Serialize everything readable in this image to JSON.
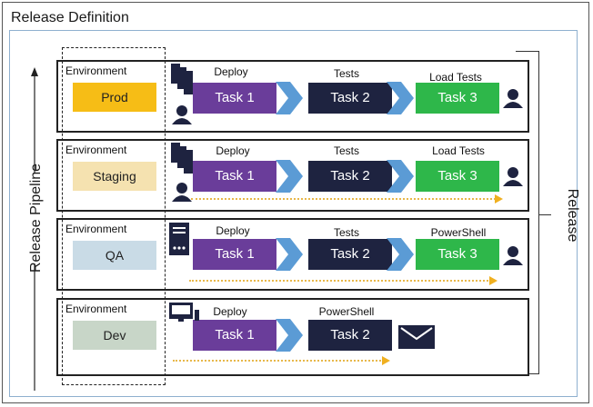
{
  "title": "Release Definition",
  "pipeline_label": "Release Pipeline",
  "release_label": "Release",
  "colors": {
    "task_deploy": "#6a3d9a",
    "task_tests": "#1e2340",
    "task_load": "#2eb74a",
    "chevron": "#5b9bd5",
    "env_prod": "#f6bd16",
    "env_staging": "#f5e2b0",
    "env_qa": "#c9dbe6",
    "env_dev": "#c8d6c8"
  },
  "environments": [
    {
      "label": "Environment",
      "name": "Prod",
      "stages": [
        "Deploy",
        "Tests",
        "Load Tests"
      ],
      "tasks": [
        "Task 1",
        "Task 2",
        "Task 3"
      ]
    },
    {
      "label": "Environment",
      "name": "Staging",
      "stages": [
        "Deploy",
        "Tests",
        "Load Tests"
      ],
      "tasks": [
        "Task 1",
        "Task 2",
        "Task 3"
      ]
    },
    {
      "label": "Environment",
      "name": "QA",
      "stages": [
        "Deploy",
        "Tests",
        "PowerShell"
      ],
      "tasks": [
        "Task 1",
        "Task 2",
        "Task 3"
      ]
    },
    {
      "label": "Environment",
      "name": "Dev",
      "stages": [
        "Deploy",
        "PowerShell"
      ],
      "tasks": [
        "Task 1",
        "Task 2"
      ]
    }
  ]
}
